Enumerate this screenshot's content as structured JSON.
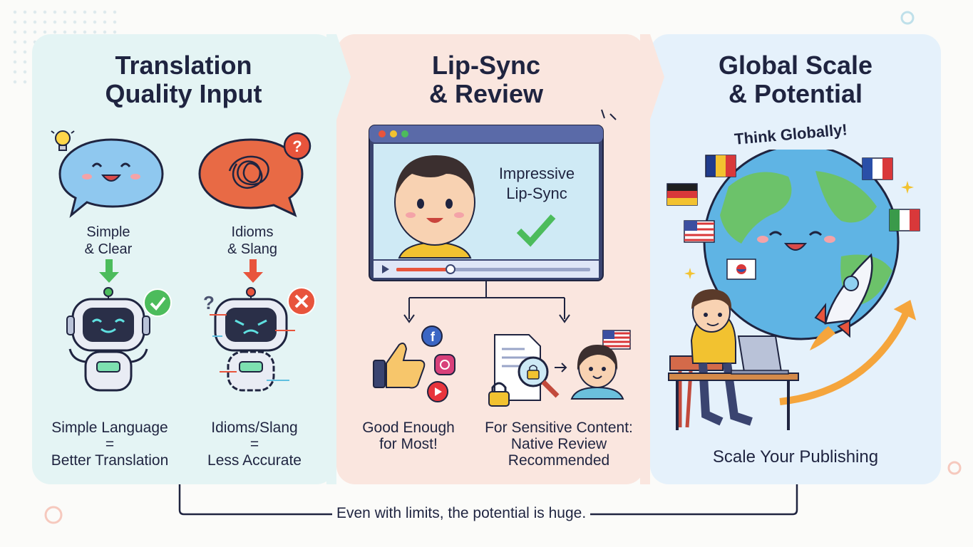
{
  "panels": [
    {
      "title_line1": "Translation",
      "title_line2": "Quality Input",
      "left": {
        "bubble_label_line1": "Simple",
        "bubble_label_line2": "& Clear",
        "result_line1": "Simple Language",
        "result_line2": "=",
        "result_line3": "Better Translation"
      },
      "right": {
        "bubble_label_line1": "Idioms",
        "bubble_label_line2": "& Slang",
        "result_line1": "Idioms/Slang",
        "result_line2": "=",
        "result_line3": "Less Accurate"
      }
    },
    {
      "title_line1": "Lip-Sync",
      "title_line2": "& Review",
      "screen_text_line1": "Impressive",
      "screen_text_line2": "Lip-Sync",
      "left_outcome_line1": "Good Enough",
      "left_outcome_line2": "for Most!",
      "right_outcome_line1": "For Sensitive Content:",
      "right_outcome_line2": "Native Review",
      "right_outcome_line3": "Recommended"
    },
    {
      "title_line1": "Global Scale",
      "title_line2": "& Potential",
      "banner": "Think Globally!",
      "caption": "Scale Your Publishing"
    }
  ],
  "footer": "Even with limits, the potential is huge.",
  "colors": {
    "panel1": "#e4f4f4",
    "panel2": "#fae6df",
    "panel3": "#e5f1fb",
    "good": "#4cbc5c",
    "bad": "#e8543c",
    "ink": "#1f2440"
  },
  "icons": [
    "lightbulb-icon",
    "question-icon",
    "check-icon",
    "cross-icon",
    "facebook-icon",
    "instagram-icon",
    "youtube-icon",
    "lock-icon",
    "magnifier-icon",
    "rocket-icon",
    "globe-icon",
    "laptop-icon"
  ]
}
